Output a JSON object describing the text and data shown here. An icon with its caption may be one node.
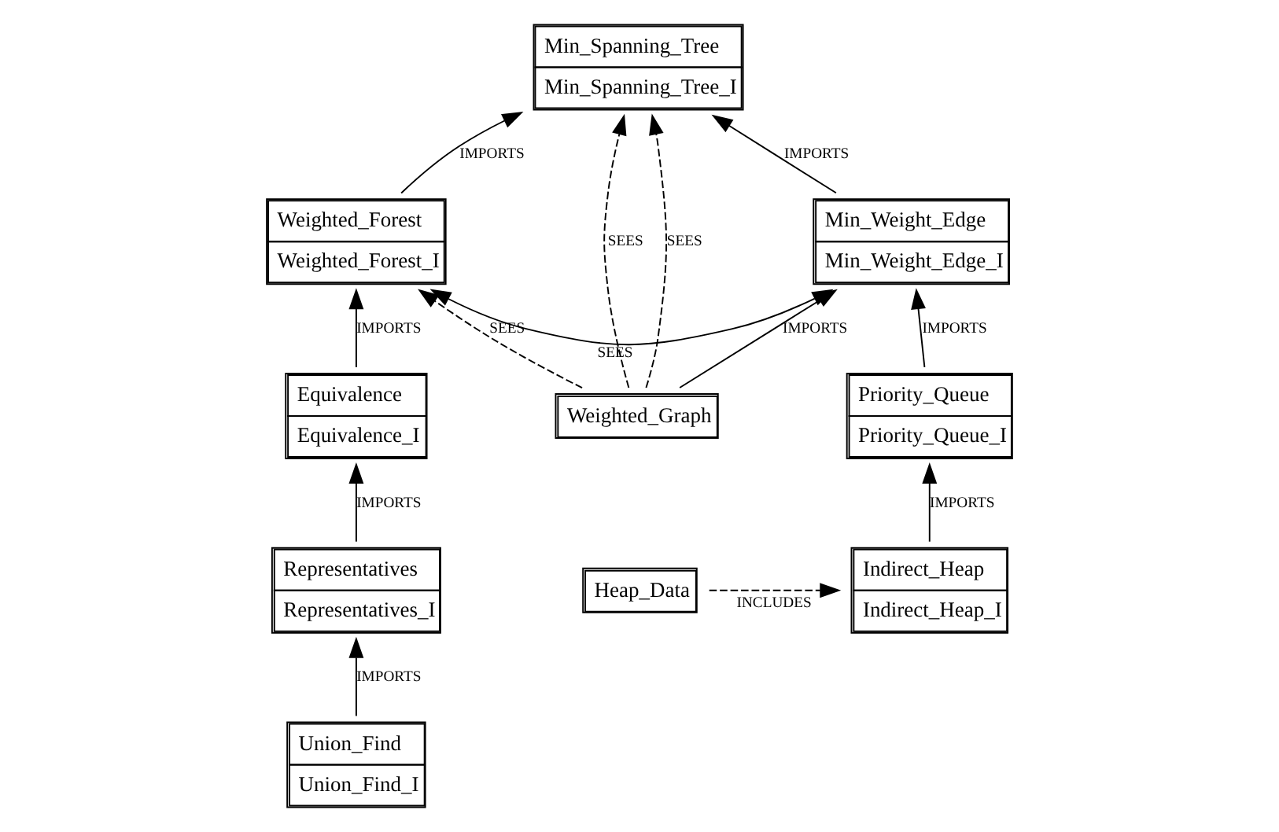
{
  "diagram": {
    "nodes": [
      {
        "text": [
          "Min_Spanning_Tree",
          "Min_Spanning_Tree_I"
        ]
      },
      {
        "text": [
          "Weighted_Forest",
          "Weighted_Forest_I"
        ]
      },
      {
        "text": [
          "Min_Weight_Edge",
          "Min_Weight_Edge_I"
        ]
      },
      {
        "text": [
          "Equivalence",
          "Equivalence_I"
        ]
      },
      {
        "text": [
          "Weighted_Graph"
        ]
      },
      {
        "text": [
          "Priority_Queue",
          "Priority_Queue_I"
        ]
      },
      {
        "text": [
          "Representatives",
          "Representatives_I"
        ]
      },
      {
        "text": [
          "Heap_Data"
        ]
      },
      {
        "text": [
          "Indirect_Heap",
          "Indirect_Heap_I"
        ]
      },
      {
        "text": [
          "Union_Find",
          "Union_Find_I"
        ]
      }
    ],
    "edges": [
      {
        "from": 4,
        "to": 0,
        "arrow": "to",
        "label": "SEES",
        "style": "dashed"
      },
      {
        "from": 1,
        "to": 0,
        "arrow": "to",
        "label": "IMPORTS"
      },
      {
        "from": 2,
        "to": 0,
        "arrow": "to",
        "label": "IMPORTS"
      },
      {
        "from": 1,
        "to": 2,
        "arrow": "both",
        "label": "SEES"
      },
      {
        "from": 4,
        "to": 1,
        "arrow": "to",
        "label": "SEES",
        "style": "dashed"
      },
      {
        "from": 4,
        "to": 0,
        "arrow": "to",
        "label": "SEES",
        "style": "dashed"
      },
      {
        "from": 3,
        "to": 1,
        "arrow": "to",
        "label": "IMPORTS"
      },
      {
        "from": 4,
        "to": 2,
        "arrow": "to",
        "label": "IMPORTS"
      },
      {
        "from": 5,
        "to": 2,
        "arrow": "to",
        "label": "IMPORTS"
      },
      {
        "from": 6,
        "to": 3,
        "arrow": "to",
        "label": "IMPORTS"
      },
      {
        "from": 8,
        "to": 5,
        "arrow": "to",
        "label": "IMPORTS"
      },
      {
        "from": 7,
        "to": 8,
        "arrow": "to",
        "label": "INCLUDES",
        "style": "dashed"
      },
      {
        "from": 9,
        "to": 6,
        "arrow": "to",
        "label": "IMPORTS"
      }
    ]
  }
}
